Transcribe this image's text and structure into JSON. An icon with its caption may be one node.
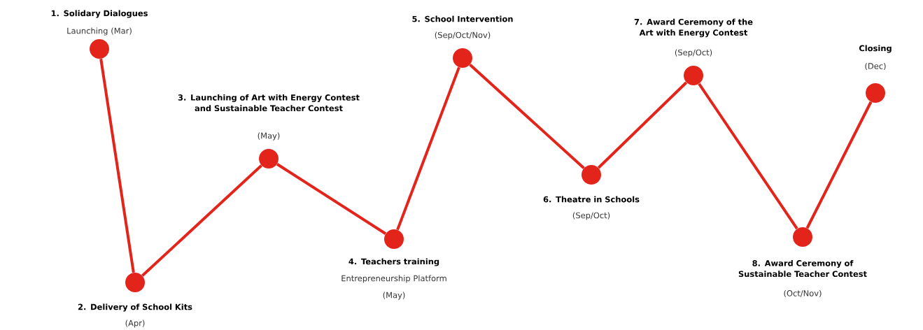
{
  "diagram": {
    "nodes": [
      {
        "text": [
          "1. Solidary Dialogues",
          "Launching (Mar)"
        ]
      },
      {
        "text": [
          "2. Delivery of School Kits",
          "(Apr)"
        ]
      },
      {
        "text": [
          "3. Launching of Art with Energy Contest and Sustainable Teacher Contest",
          "(May)"
        ]
      },
      {
        "text": [
          "4. Teachers training",
          "Entrepreneurship Platform",
          "(May)"
        ]
      },
      {
        "text": [
          "5. School Intervention",
          "(Sep/Oct/Nov)"
        ]
      },
      {
        "text": [
          "6. Theatre in Schools",
          "(Sep/Oct)"
        ]
      },
      {
        "text": [
          "7. Award Ceremony of the Art with Energy Contest",
          "(Sep/Oct)"
        ]
      },
      {
        "text": [
          "8. Award Ceremony of Sustainable Teacher Contest",
          "(Oct/Nov)"
        ]
      },
      {
        "text": [
          "Closing",
          "(Dec)"
        ]
      }
    ],
    "edges": [
      {
        "from": 0,
        "to": 1,
        "arrow": "none"
      },
      {
        "from": 1,
        "to": 2,
        "arrow": "none"
      },
      {
        "from": 2,
        "to": 3,
        "arrow": "none"
      },
      {
        "from": 3,
        "to": 4,
        "arrow": "none"
      },
      {
        "from": 4,
        "to": 5,
        "arrow": "none"
      },
      {
        "from": 5,
        "to": 6,
        "arrow": "none"
      },
      {
        "from": 6,
        "to": 7,
        "arrow": "none"
      },
      {
        "from": 7,
        "to": 8,
        "arrow": "none"
      }
    ]
  }
}
